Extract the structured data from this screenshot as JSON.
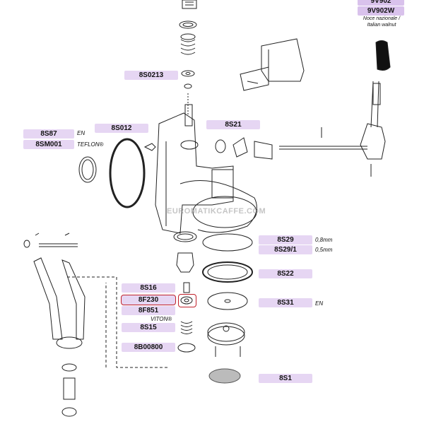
{
  "watermark": "EUROMATIKCAFFE.COM",
  "handle": {
    "codes": [
      "9V902",
      "9V902W"
    ],
    "caption_line1": "Noce nazionale /",
    "caption_line2": "Italian walnut"
  },
  "labels": {
    "8S0213": "8S0213",
    "8S87": "8S87",
    "8SM001": "8SM001",
    "8S012": "8S012",
    "8S21": "8S21",
    "8S29": "8S29",
    "8S29_1": "8S29/1",
    "8S22": "8S22",
    "8S16": "8S16",
    "8F230": "8F230",
    "8F851": "8F851",
    "8S15": "8S15",
    "8S31": "8S31",
    "8B00800": "8B00800",
    "8S1": "8S1"
  },
  "notes": {
    "en1": "EN",
    "teflon": "TEFLON®",
    "mm08": "0,8mm",
    "mm05": "0,5mm",
    "en2": "EN",
    "viton": "VITON®"
  },
  "colors": {
    "label_bg": "#e6d6f3",
    "selected_outline": "#c0202a",
    "line": "#222222"
  }
}
